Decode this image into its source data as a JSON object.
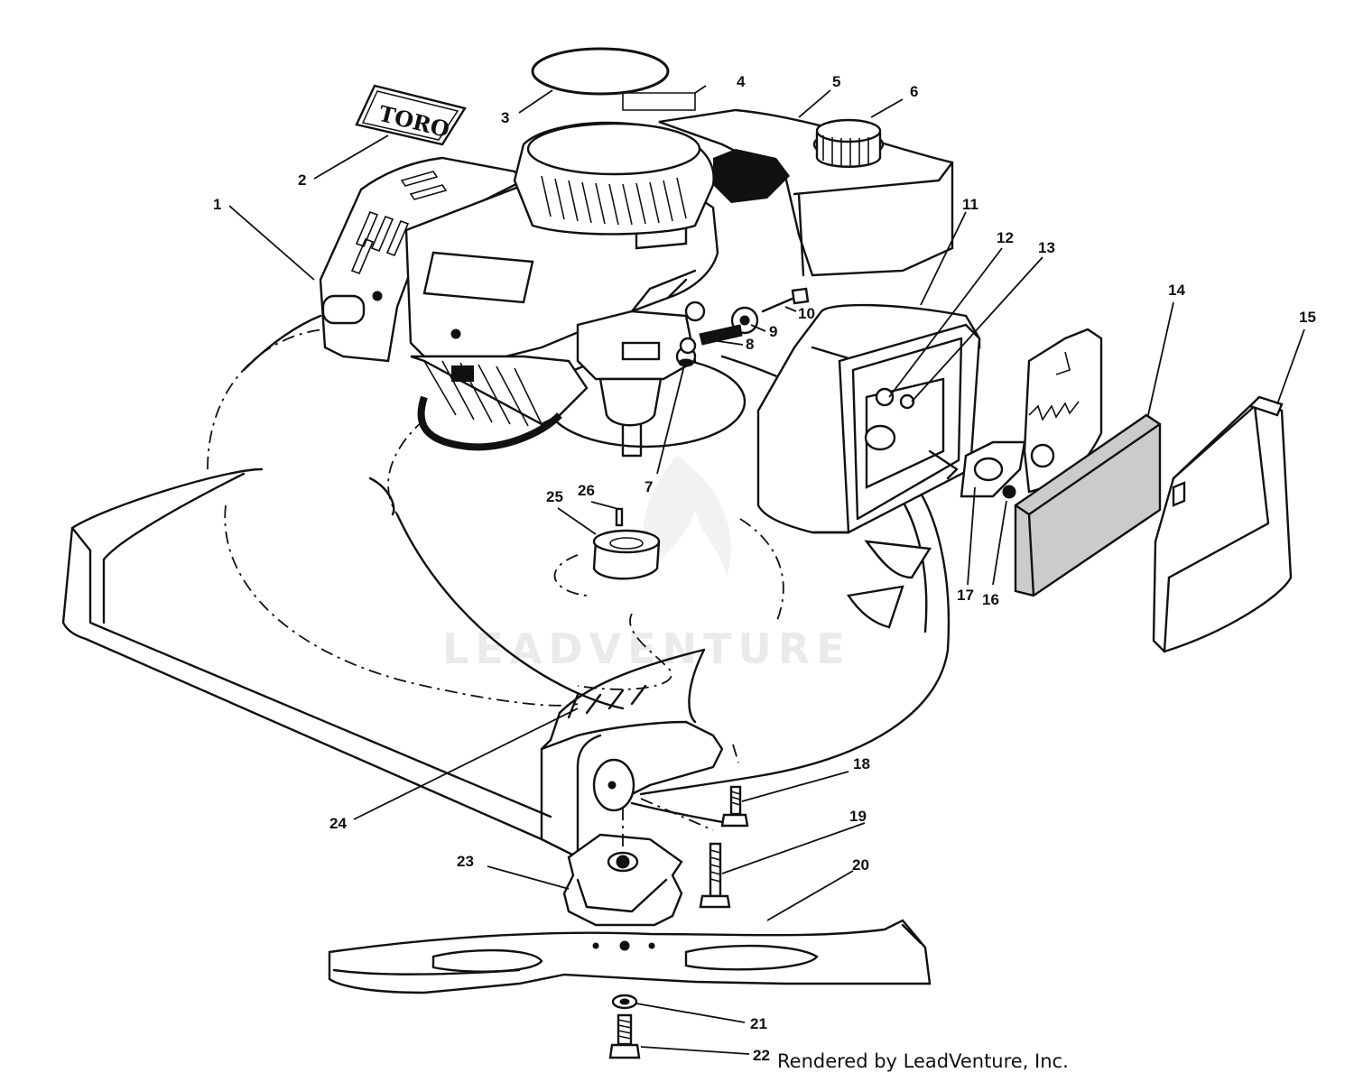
{
  "credit": "Rendered by LeadVenture, Inc.",
  "watermark": "LEADVENTURE",
  "logo_text": "TORO",
  "callouts": [
    {
      "id": "1",
      "label": "1"
    },
    {
      "id": "2",
      "label": "2"
    },
    {
      "id": "3",
      "label": "3"
    },
    {
      "id": "4",
      "label": "4"
    },
    {
      "id": "5",
      "label": "5"
    },
    {
      "id": "6",
      "label": "6"
    },
    {
      "id": "7",
      "label": "7"
    },
    {
      "id": "8",
      "label": "8"
    },
    {
      "id": "9",
      "label": "9"
    },
    {
      "id": "10",
      "label": "10"
    },
    {
      "id": "11",
      "label": "11"
    },
    {
      "id": "12",
      "label": "12"
    },
    {
      "id": "13",
      "label": "13"
    },
    {
      "id": "14",
      "label": "14"
    },
    {
      "id": "15",
      "label": "15"
    },
    {
      "id": "16",
      "label": "16"
    },
    {
      "id": "17",
      "label": "17"
    },
    {
      "id": "18",
      "label": "18"
    },
    {
      "id": "19",
      "label": "19"
    },
    {
      "id": "20",
      "label": "20"
    },
    {
      "id": "21",
      "label": "21"
    },
    {
      "id": "22",
      "label": "22"
    },
    {
      "id": "23",
      "label": "23"
    },
    {
      "id": "24",
      "label": "24"
    },
    {
      "id": "25",
      "label": "25"
    },
    {
      "id": "26",
      "label": "26"
    }
  ]
}
